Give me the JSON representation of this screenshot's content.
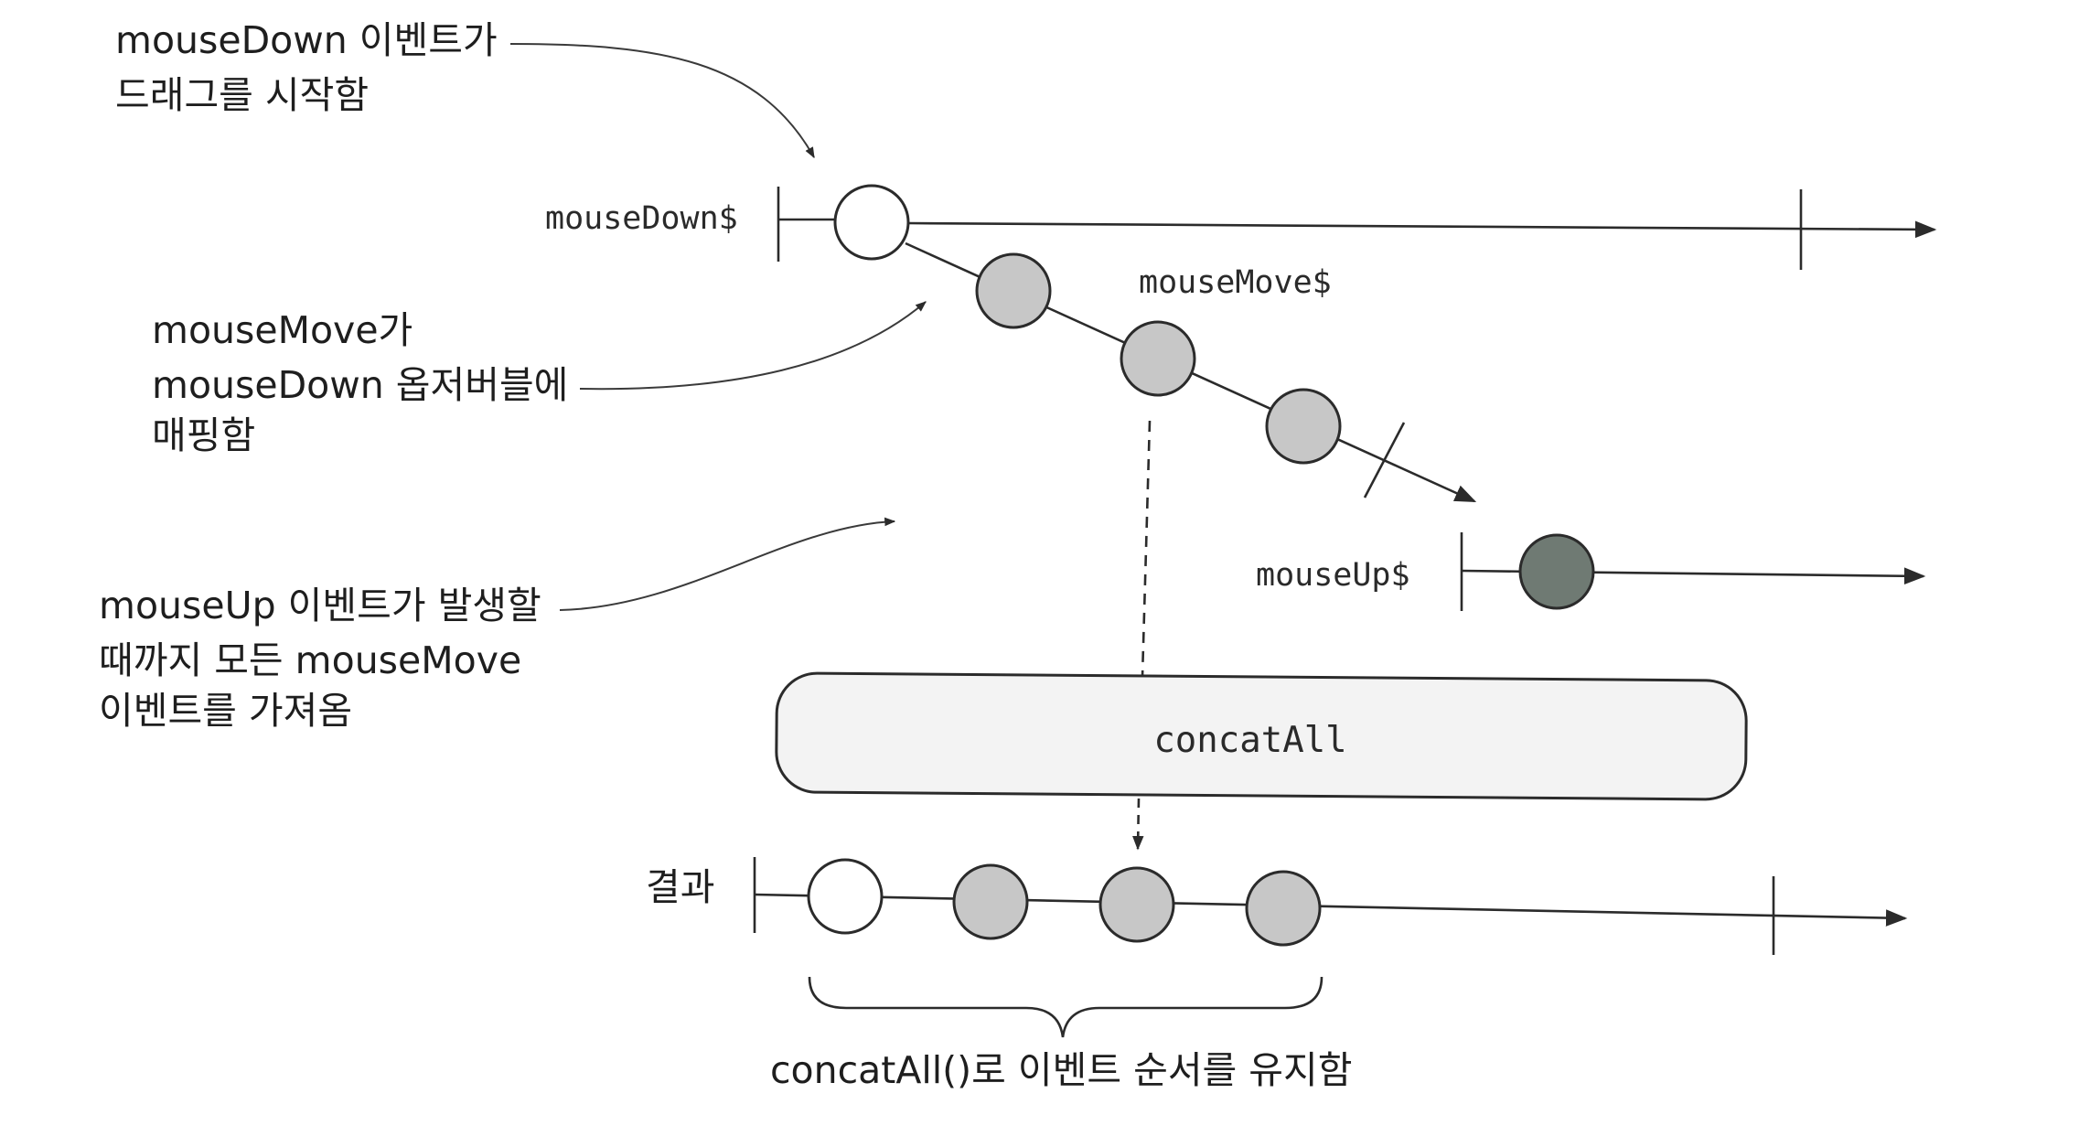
{
  "annotations": {
    "drag_start": [
      "mouseDown 이벤트가",
      "드래그를 시작함"
    ],
    "map_move": [
      "mouseMove가",
      "mouseDown 옵저버블에",
      "매핑함"
    ],
    "take_until": [
      "mouseUp 이벤트가 발생할",
      "때까지 모든 mouseMove",
      "이벤트를 가져옴"
    ],
    "order": "concatAll()로 이벤트 순서를 유지함"
  },
  "streams": {
    "mouse_down": "mouseDown$",
    "mouse_move": "mouseMove$",
    "mouse_up": "mouseUp$",
    "result": "결과"
  },
  "operator": {
    "label": "concatAll"
  },
  "colors": {
    "ink": "#2b2b2b",
    "event_white": "#ffffff",
    "event_gray": "#c7c7c7",
    "event_dark": "#6f7a73",
    "operator_fill": "#f3f3f3"
  }
}
